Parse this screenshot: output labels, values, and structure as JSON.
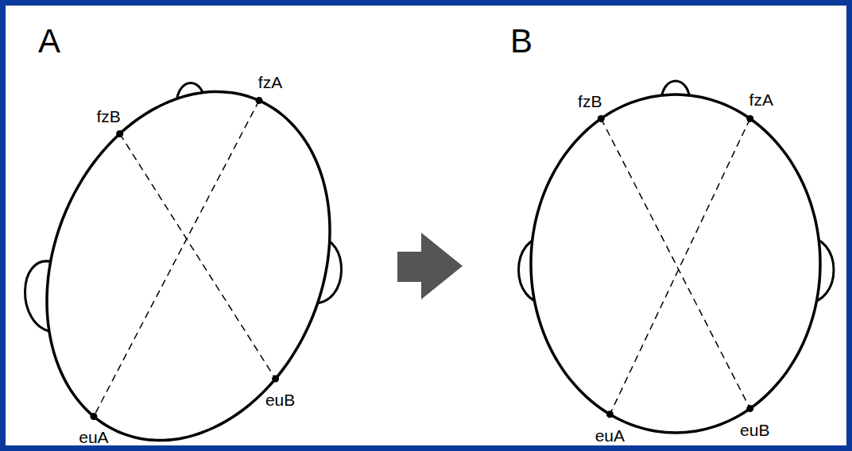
{
  "diagram": {
    "labels": [
      "A",
      "fzB",
      "fzA",
      "euA",
      "euB",
      "B",
      "fzB",
      "fzA",
      "euA",
      "euB"
    ]
  }
}
